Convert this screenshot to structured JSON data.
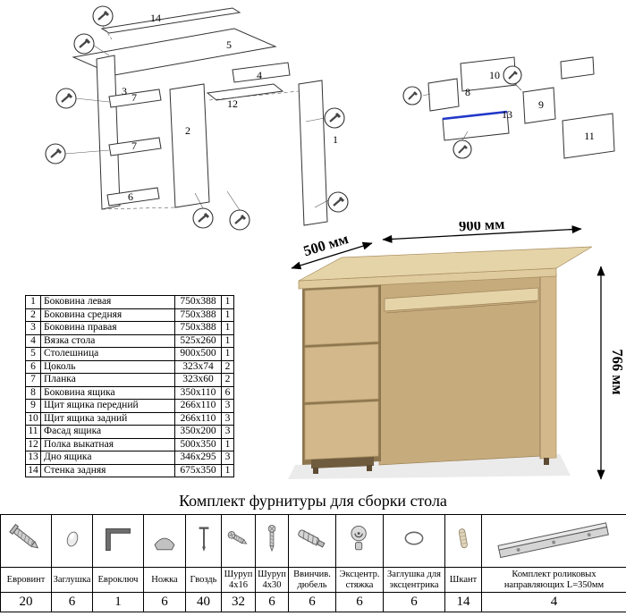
{
  "exploded_left": {
    "labels": [
      "14",
      "5",
      "3",
      "7",
      "2",
      "12",
      "4",
      "7",
      "6",
      "1"
    ]
  },
  "exploded_right": {
    "labels": [
      "10",
      "8",
      "13",
      "9",
      "11"
    ]
  },
  "desk": {
    "dims": {
      "width": "900 мм",
      "depth": "500 мм",
      "height": "766 мм"
    }
  },
  "colors": {
    "wood_top": "#dfcb9e",
    "wood_front": "#d2b88b",
    "wood_side": "#c6ab7d",
    "wood_light": "#e6d4a9",
    "guide_blue": "#2238c8"
  },
  "parts": {
    "rows": [
      {
        "n": "1",
        "name": "Боковина левая",
        "size": "750х388",
        "qty": "1"
      },
      {
        "n": "2",
        "name": "Боковина средняя",
        "size": "750х388",
        "qty": "1"
      },
      {
        "n": "3",
        "name": "Боковина правая",
        "size": "750х388",
        "qty": "1"
      },
      {
        "n": "4",
        "name": "Вязка стола",
        "size": "525х260",
        "qty": "1"
      },
      {
        "n": "5",
        "name": "Столешница",
        "size": "900х500",
        "qty": "1"
      },
      {
        "n": "6",
        "name": "Цоколь",
        "size": "323х74",
        "qty": "2"
      },
      {
        "n": "7",
        "name": "Планка",
        "size": "323х60",
        "qty": "2"
      },
      {
        "n": "8",
        "name": "Боковина ящика",
        "size": "350х110",
        "qty": "6"
      },
      {
        "n": "9",
        "name": "Щит ящика передний",
        "size": "266х110",
        "qty": "3"
      },
      {
        "n": "10",
        "name": "Щит ящика задний",
        "size": "266х110",
        "qty": "3"
      },
      {
        "n": "11",
        "name": "Фасад ящика",
        "size": "350х200",
        "qty": "3"
      },
      {
        "n": "12",
        "name": "Полка выкатная",
        "size": "500х350",
        "qty": "1"
      },
      {
        "n": "13",
        "name": "Дно ящика",
        "size": "346х295",
        "qty": "3"
      },
      {
        "n": "14",
        "name": "Стенка задняя",
        "size": "675х350",
        "qty": "1"
      }
    ]
  },
  "hardware": {
    "title": "Комплект фурнитуры для сборки стола",
    "items": [
      {
        "name": "Евровинт",
        "qty": "20",
        "icon": "euroscrew-icon"
      },
      {
        "name": "Заглушка",
        "qty": "6",
        "icon": "cap-icon"
      },
      {
        "name": "Евроключ",
        "qty": "1",
        "icon": "hexkey-icon"
      },
      {
        "name": "Ножка",
        "qty": "6",
        "icon": "foot-icon"
      },
      {
        "name": "Гвоздь",
        "qty": "40",
        "icon": "nail-icon"
      },
      {
        "name": "Шуруп 4х16",
        "qty": "32",
        "icon": "screw-icon"
      },
      {
        "name": "Шуруп 4х30",
        "qty": "6",
        "icon": "screw-long-icon"
      },
      {
        "name": "Ввинчив. дюбель",
        "qty": "6",
        "icon": "dowel-screw-icon"
      },
      {
        "name": "Эксцентр. стяжка",
        "qty": "6",
        "icon": "cam-lock-icon"
      },
      {
        "name": "Заглушка для эксцентрика",
        "qty": "6",
        "icon": "cam-cap-icon"
      },
      {
        "name": "Шкант",
        "qty": "14",
        "icon": "wood-dowel-icon"
      },
      {
        "name": "Комплект роликовых направляющих L=350мм",
        "qty": "4",
        "icon": "drawer-slide-icon"
      }
    ]
  }
}
